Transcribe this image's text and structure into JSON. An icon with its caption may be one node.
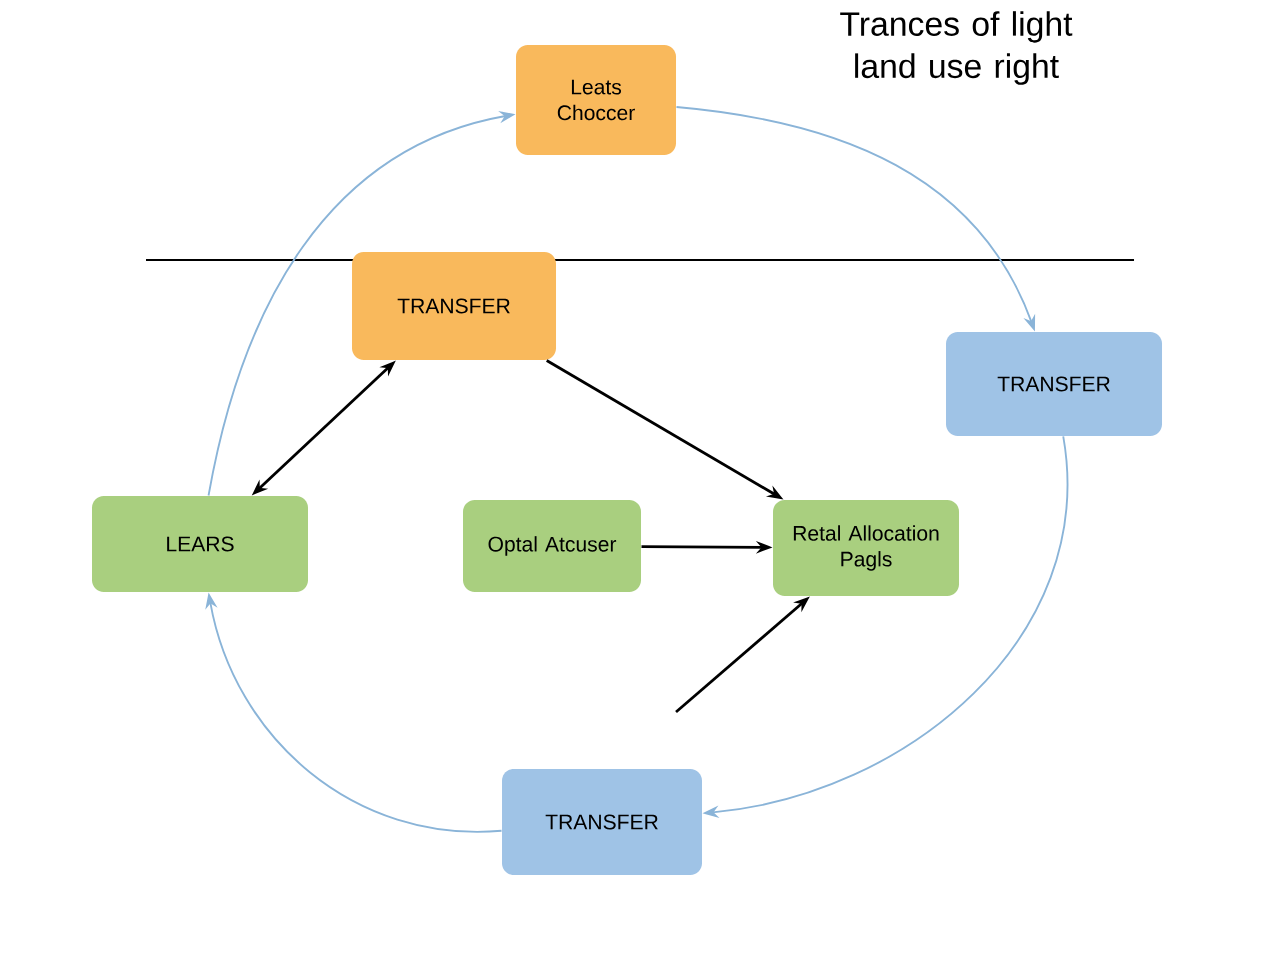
{
  "diagram": {
    "title": "Trances of light land use right",
    "nodes": [
      {
        "text": [
          "Leats Choccer"
        ]
      },
      {
        "text": [
          "TRANSFER"
        ]
      },
      {
        "text": [
          "TRANSFER"
        ]
      },
      {
        "text": [
          "LEARS"
        ]
      },
      {
        "text": [
          "Optal Atcuser"
        ]
      },
      {
        "text": [
          "Retal Allocation Pagls"
        ]
      },
      {
        "text": [
          "TRANSFER"
        ]
      }
    ],
    "edges": [
      {
        "from": 3,
        "to": 0,
        "arrow": "to",
        "color": "#8ab4d8"
      },
      {
        "from": 0,
        "to": 2,
        "arrow": "to",
        "color": "#8ab4d8"
      },
      {
        "from": 2,
        "to": 6,
        "arrow": "to",
        "color": "#8ab4d8"
      },
      {
        "from": 6,
        "to": 3,
        "arrow": "to",
        "color": "#8ab4d8"
      },
      {
        "from": 3,
        "to": 1,
        "arrow": "both",
        "color": "#000000"
      },
      {
        "from": 1,
        "to": 5,
        "arrow": "to",
        "color": "#000000"
      },
      {
        "from": 4,
        "to": 5,
        "arrow": "to",
        "color": "#000000"
      },
      {
        "from": null,
        "to": 5,
        "arrow": "to",
        "color": "#000000"
      }
    ]
  }
}
